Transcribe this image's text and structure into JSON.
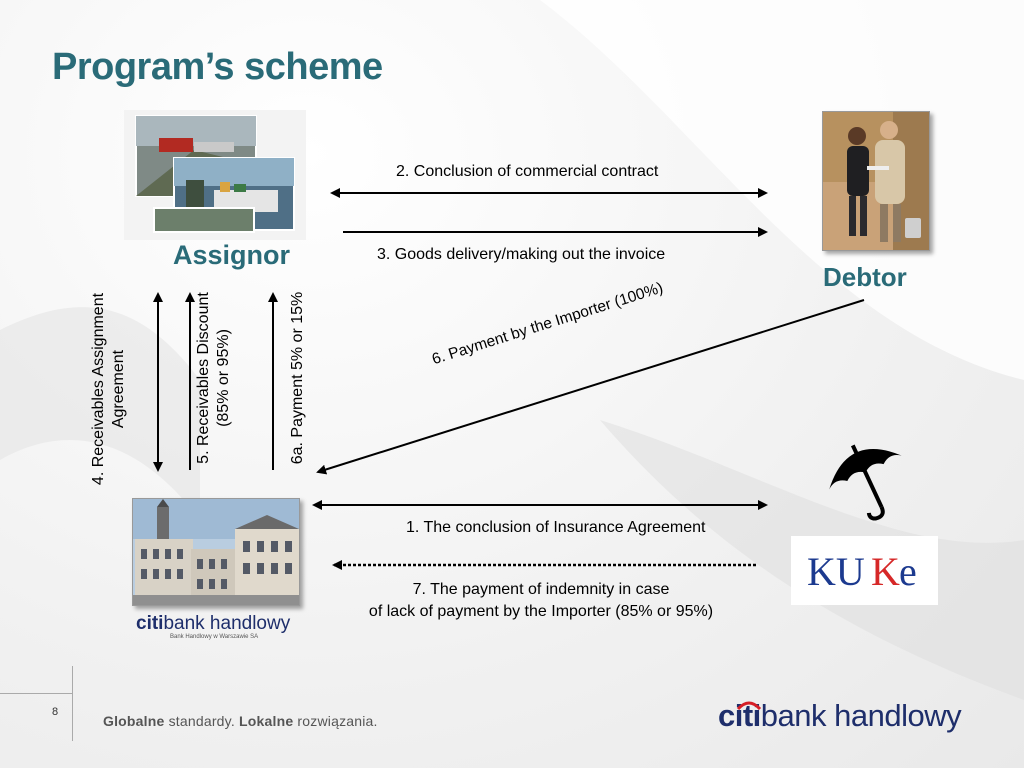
{
  "slide": {
    "title": "Program’s scheme",
    "page_number": "8"
  },
  "parties": {
    "assignor": "Assignor",
    "debtor": "Debtor"
  },
  "flows": {
    "f1": "1. The conclusion of Insurance Agreement",
    "f2": "2. Conclusion of commercial contract",
    "f3": "3. Goods delivery/making out the invoice",
    "f4_line1": "4. Receivables Assignment",
    "f4_line2": "Agreement",
    "f5_line1": "5. Receivables Discount",
    "f5_line2": "(85% or 95%)",
    "f6": "6. Payment by the Importer (100%)",
    "f6a": "6a. Payment 5% or 15%",
    "f7_line1": "7. The payment of indemnity in case",
    "f7_line2": "of lack of payment by the Importer (85% or 95%)"
  },
  "logos": {
    "kuke": "KUKE",
    "citi_small_prefix": "citi",
    "citi_small_suffix": "bank handlowy",
    "citi_small_subtitle": "Bank Handlowy w Warszawie SA",
    "citi_big_prefix": "citi",
    "citi_big_suffix": "bank handlowy"
  },
  "footer": {
    "tag_part1": "Globalne",
    "tag_part2": " standardy. ",
    "tag_part3": "Lokalne",
    "tag_part4": " rozwiązania."
  },
  "colors": {
    "title": "#2a6b78",
    "citi_blue": "#1e2e6b",
    "citi_red": "#d61f26",
    "kuke_blue": "#1c3a8f",
    "kuke_red": "#d62828"
  },
  "icons": {
    "umbrella": "umbrella-icon"
  }
}
